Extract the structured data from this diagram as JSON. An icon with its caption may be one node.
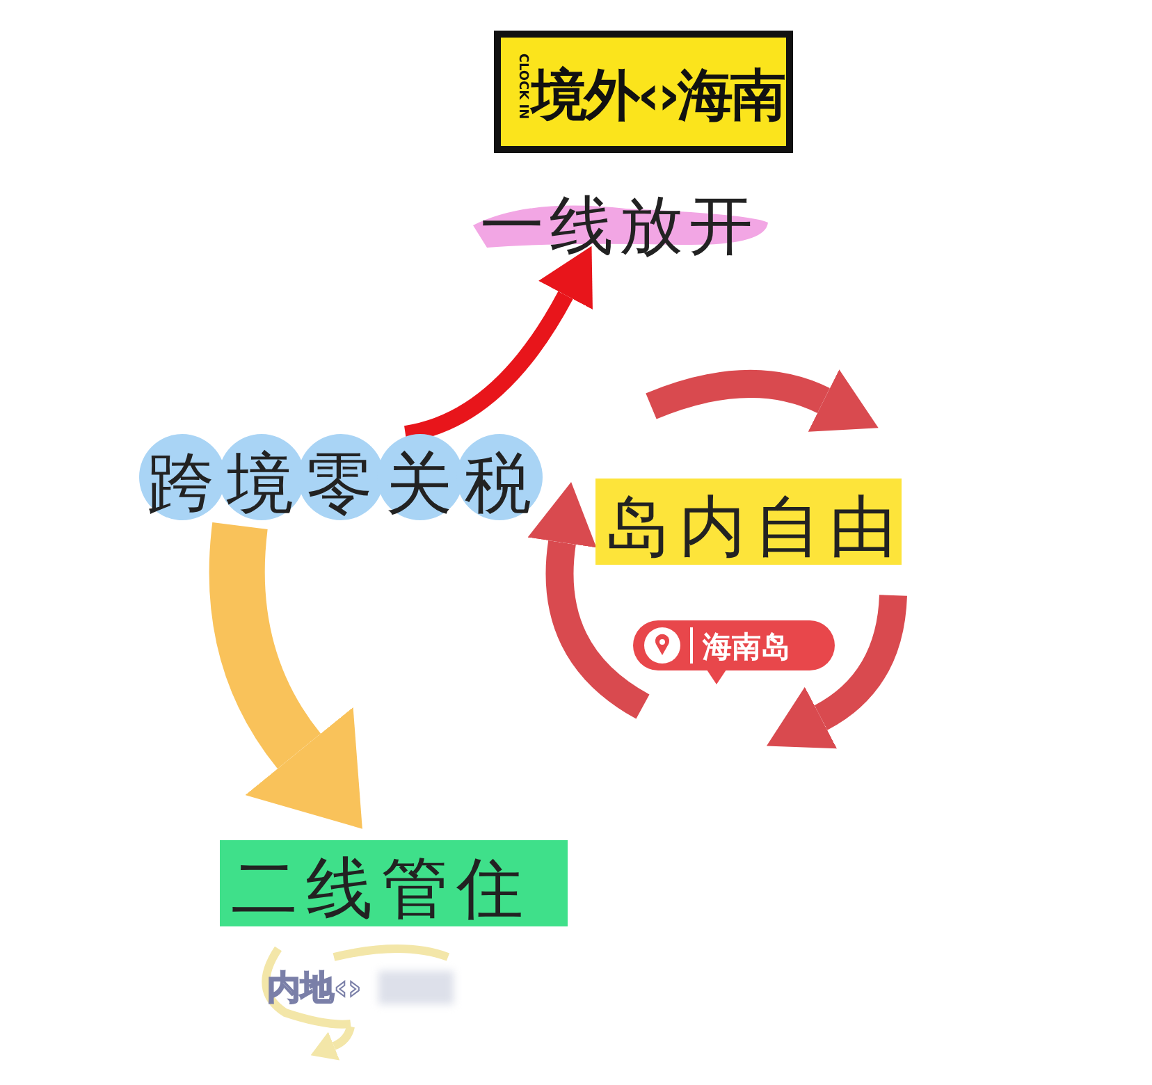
{
  "diagram": {
    "nodes": [
      {
        "text": [
          "CLOCK IN",
          "境外‹›海南"
        ]
      },
      {
        "text": [
          "一线放开"
        ]
      },
      {
        "text": [
          "跨境零关税"
        ]
      },
      {
        "text": [
          "岛内自由"
        ]
      },
      {
        "text": [
          "海南岛"
        ]
      },
      {
        "text": [
          "二线管住"
        ]
      },
      {
        "text": [
          "内地‹›"
        ]
      }
    ],
    "edges": [
      {
        "from": 2,
        "to": 1,
        "arrow": "to",
        "color": "#e8151b"
      },
      {
        "from": 2,
        "to": 5,
        "arrow": "to",
        "style": "thick",
        "color": "#f9c25a"
      }
    ]
  }
}
